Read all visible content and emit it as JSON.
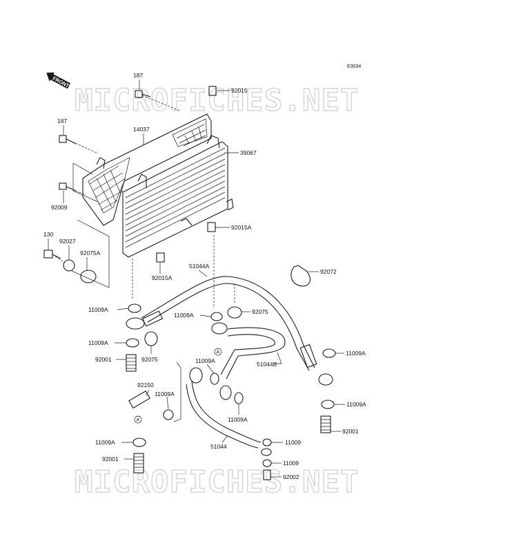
{
  "diagram": {
    "code": "E3034",
    "front_label": "FRONT",
    "watermark": "MICROFICHES.NET",
    "ref_marker": "A",
    "parts": {
      "p187a": "187",
      "p187b": "187",
      "p92015": "92015",
      "p14037": "14037",
      "p39067": "39067",
      "p92009": "92009",
      "p92015A_top": "92015A",
      "p130": "130",
      "p92027": "92027",
      "p92075A": "92075A",
      "p92015A_bot": "92015A",
      "p51044A": "51044A",
      "p92072": "92072",
      "p11009A_1": "11009A",
      "p11009A_2": "11009A",
      "p92075_1": "92075",
      "p11009A_3": "11009A",
      "p92001_1": "92001",
      "p92075_2": "92075",
      "p11009A_4": "11009A",
      "p51044B": "51044B",
      "p11009A_5": "11009A",
      "p92150": "92150",
      "p11009A_6": "11009A",
      "p11009A_7": "11009A",
      "p11009A_8": "11009A",
      "p92001_2": "92001",
      "p11009A_9": "11009A",
      "p92001_3": "92001",
      "p51044": "51044",
      "p11009_1": "11009",
      "p11009_2": "11009",
      "p92002": "92002"
    }
  }
}
